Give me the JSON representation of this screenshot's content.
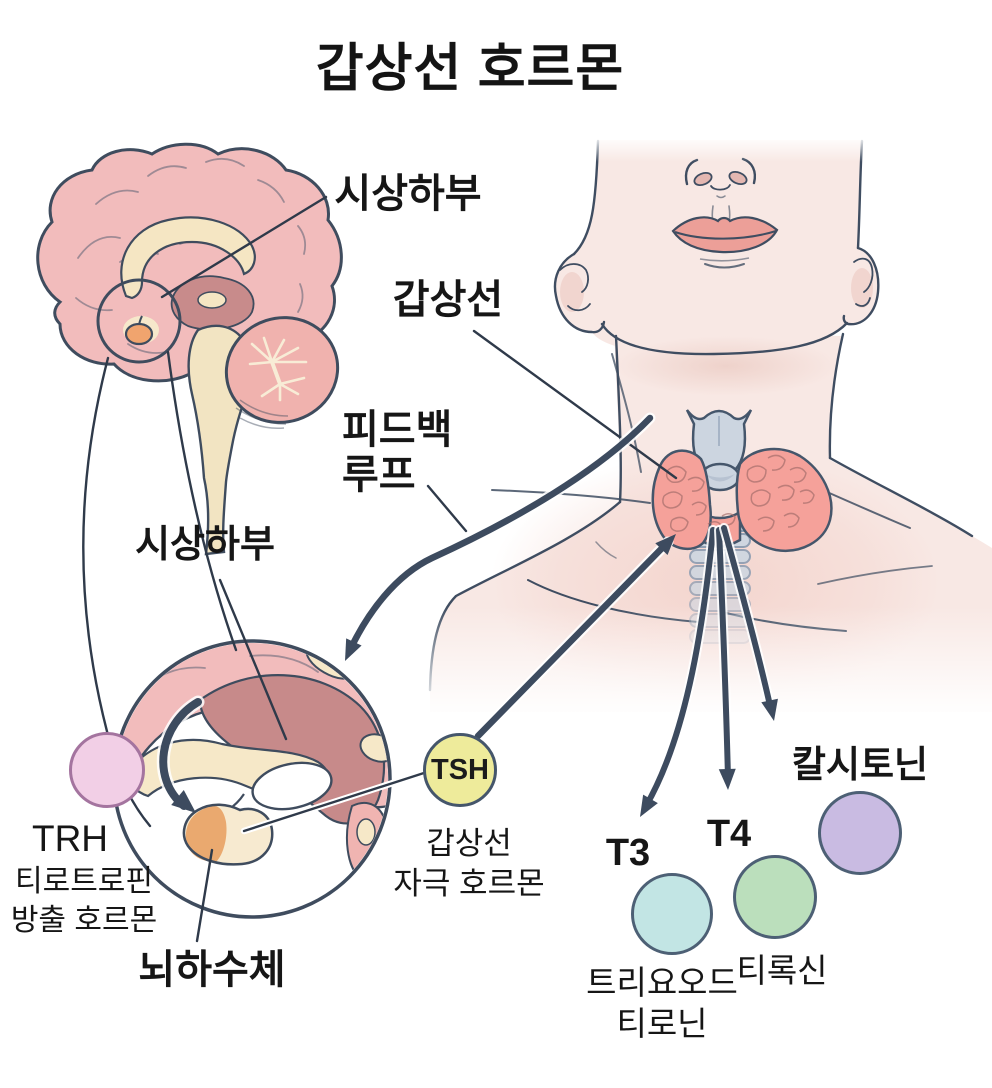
{
  "title": "갑상선 호르몬",
  "labels": {
    "hypothalamus_top": "시상하부",
    "thyroid_pointer": "갑상선",
    "feedback_line1": "피드백",
    "feedback_line2": "루프",
    "hypothalamus_inset": "시상하부",
    "pituitary": "뇌하수체"
  },
  "hormones": {
    "trh": {
      "abbr": "TRH",
      "name_line1": "티로트로핀",
      "name_line2": "방출 호르몬",
      "fill": "#f2cfe6",
      "stroke": "#a4749f"
    },
    "tsh": {
      "abbr": "TSH",
      "name_line1": "갑상선",
      "name_line2": "자극 호르몬",
      "fill": "#eeeb9b",
      "stroke": "#45566b"
    },
    "t3": {
      "abbr": "T3",
      "name_line1": "트리요오드",
      "name_line2": "티로닌",
      "fill": "#c2e5e4",
      "stroke": "#4d6075"
    },
    "t4": {
      "abbr": "T4",
      "name": "티록신",
      "fill": "#bbdfbc",
      "stroke": "#4d6075"
    },
    "calcitonin": {
      "name": "칼시토닌",
      "fill": "#c9bbe2",
      "stroke": "#4d6075"
    }
  },
  "colors": {
    "arrow": "#3d4b5f",
    "outline": "#3f4c5e",
    "skin": "#f8e8e4",
    "brain_pink": "#f2bcbc",
    "thalamus_mauve": "#c88b8b",
    "cream": "#f5e6c3",
    "thyroid_pink": "#f5a19a",
    "cartilage_blue": "#ccd5e0",
    "pituitary_orange": "#f0a46e"
  }
}
